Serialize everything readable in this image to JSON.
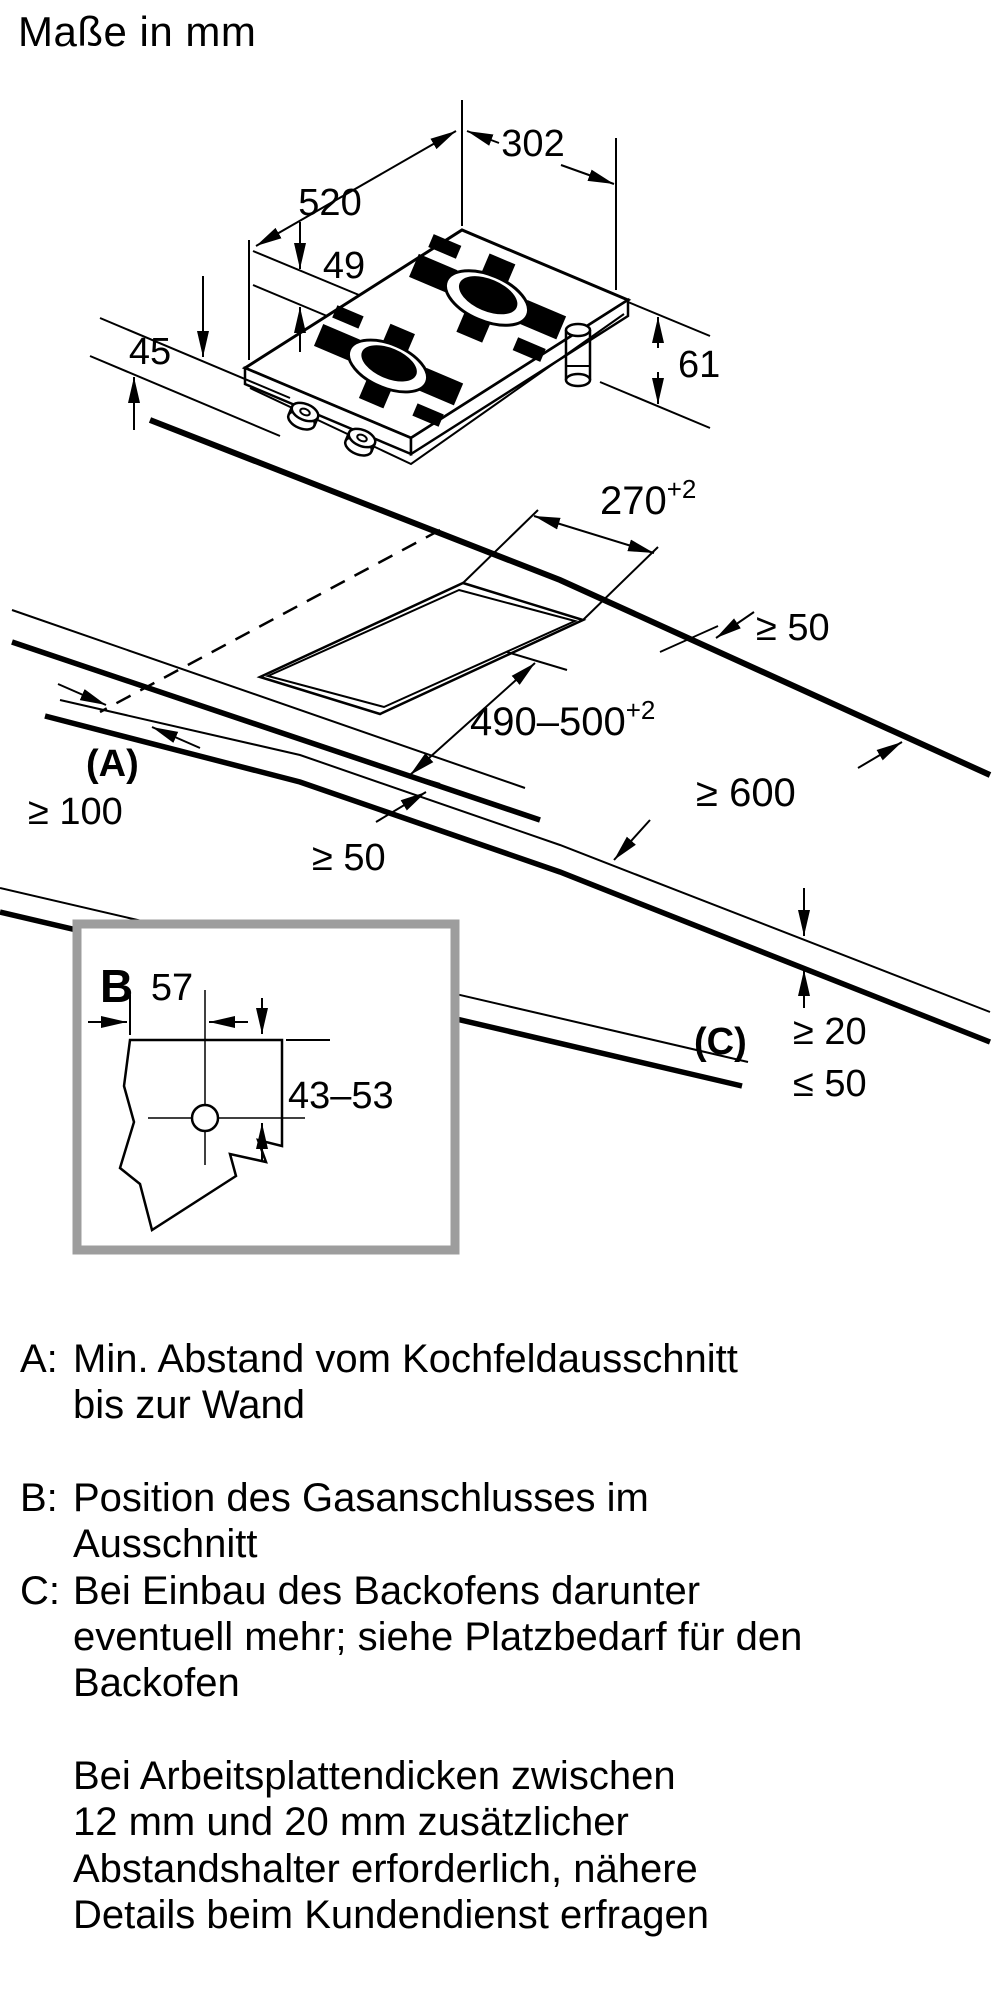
{
  "title": "Maße in mm",
  "hob": {
    "dim_width": "302",
    "dim_depth": "520",
    "dim_grate_offset": "49",
    "dim_build_height": "45",
    "dim_gas_pipe": "61"
  },
  "worktop": {
    "cutout_width": {
      "value": "270",
      "tolerance": "+2"
    },
    "cutout_depth": {
      "value": "490–500",
      "tolerance": "+2"
    },
    "rear_wall_clearance": "≥ 50",
    "label_a": "(A)",
    "side_wall_clearance": "≥ 100",
    "front_clearance": "≥ 50",
    "worktop_depth": "≥ 600",
    "label_c": "(C)",
    "oven_clearance_min": "≥ 20",
    "oven_clearance_max": "≤ 50"
  },
  "detail_b": {
    "label": "B",
    "dim_horizontal": "57",
    "dim_vertical": "43–53"
  },
  "legend": {
    "entries": [
      {
        "label": "A:",
        "text": "Min. Abstand vom Kochfeldausschnitt\nbis zur Wand"
      },
      {
        "label": "B:",
        "text": "Position des Gasanschlusses im\nAusschnitt"
      },
      {
        "label": "C:",
        "text": "Bei Einbau des Backofens darunter\neventuell mehr; siehe Platzbedarf für den\nBackofen"
      }
    ],
    "note": "Bei Arbeitsplattendicken zwischen\n12 mm und 20 mm zusätzlicher\nAbstandshalter erforderlich, nähere\nDetails beim Kundendienst erfragen"
  },
  "colors": {
    "ink": "#000000",
    "background": "#ffffff",
    "detail_box_border": "#9d9d9d"
  }
}
